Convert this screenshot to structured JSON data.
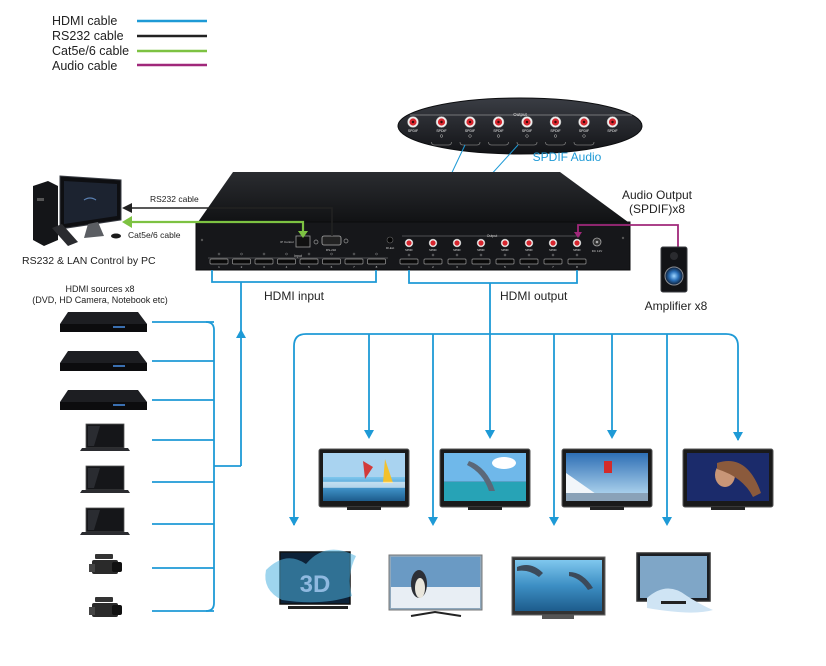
{
  "legend": {
    "items": [
      {
        "label": "HDMI cable",
        "color": "#1e9ad6"
      },
      {
        "label": "RS232 cable",
        "color": "#222222"
      },
      {
        "label": "Cat5e/6 cable",
        "color": "#7dc242"
      },
      {
        "label": "Audio cable",
        "color": "#a0287a"
      }
    ]
  },
  "colors": {
    "hdmi": "#1e9ad6",
    "rs232": "#222222",
    "cat5": "#7dc242",
    "audio": "#a0287a",
    "device_body": "#1b1c1f",
    "port_red": "#d8262e",
    "spdif_label": "#1e9ad6"
  },
  "pc": {
    "label": "RS232 & LAN Control by PC",
    "rs232_label": "RS232 cable",
    "cat5_label": "Cat5e/6 cable"
  },
  "matrix": {
    "hdmi_input_label": "HDMI input",
    "hdmi_output_label": "HDMI output",
    "input_panel_label": "Input",
    "output_panel_label": "Output",
    "input_ports": [
      "1",
      "2",
      "3",
      "4",
      "5",
      "6",
      "7",
      "8"
    ],
    "output_ports": [
      "1",
      "2",
      "3",
      "4",
      "5",
      "6",
      "7",
      "8"
    ],
    "spdif_port_label": "SPDIF",
    "ip_control_label": "IP Control",
    "rs232_port_label": "RS-232",
    "ir_ext_label": "IR-Ext",
    "power_label": "DC 12V"
  },
  "spdif_callout": {
    "label": "SPDIF Audio",
    "panel_label": "Output",
    "port_label": "SPDIF",
    "ports": 8
  },
  "audio_output": {
    "label_line1": "Audio Output",
    "label_line2": "(SPDIF)x8"
  },
  "amplifier": {
    "label": "Amplifier x8"
  },
  "sources": {
    "label_line1": "HDMI sources x8",
    "label_line2": "(DVD, HD Camera, Notebook etc)",
    "items": [
      {
        "type": "dvd-player"
      },
      {
        "type": "dvd-player"
      },
      {
        "type": "dvd-player"
      },
      {
        "type": "notebook"
      },
      {
        "type": "notebook"
      },
      {
        "type": "notebook"
      },
      {
        "type": "camcorder"
      },
      {
        "type": "camcorder"
      }
    ]
  },
  "displays": {
    "top_row": [
      {
        "scene": "windsurfing"
      },
      {
        "scene": "dolphin"
      },
      {
        "scene": "snowboarder"
      },
      {
        "scene": "portrait"
      }
    ],
    "bottom_row": [
      {
        "scene": "3d-splash",
        "text": "3D"
      },
      {
        "scene": "penguin"
      },
      {
        "scene": "dolphins-pair"
      },
      {
        "scene": "waterfall"
      }
    ]
  }
}
